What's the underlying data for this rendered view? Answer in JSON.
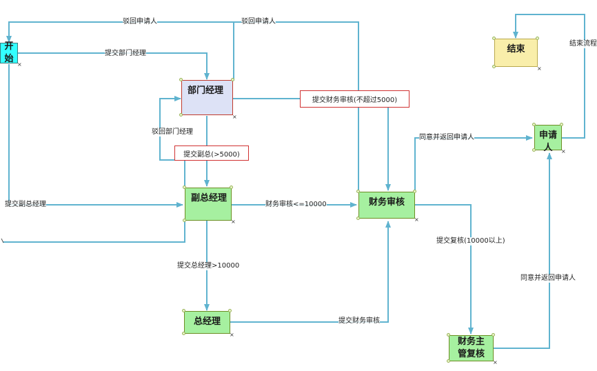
{
  "nodes": {
    "start": "开始",
    "end": "结束",
    "dept_manager": "部门经理",
    "deputy_gm": "副总经理",
    "gm": "总经理",
    "finance_review": "财务审核",
    "applicant": "申请人",
    "finance_supervisor": "财务主管复核"
  },
  "edges": {
    "reject_to_applicant_1": "驳回申请人",
    "reject_to_applicant_2": "驳回申请人",
    "submit_dept_manager": "提交部门经理",
    "submit_finance_under_5000": "提交财务审核(不超过5000)",
    "reject_dept_manager": "驳回部门经理",
    "submit_deputy_over_5000": "提交副总(>5000)",
    "submit_deputy_gm": "提交副总经理",
    "finance_under_10000": "财务审核<=10000",
    "submit_gm_over_10000": "提交总经理>10000",
    "submit_finance_review": "提交财务审核",
    "approve_return_applicant_1": "同意并返回申请人",
    "submit_recheck": "提交复核(10000以上)",
    "approve_return_applicant_2": "同意并返回申请人",
    "end_process": "结束流程"
  },
  "colors": {
    "connector": "#5fb3cf",
    "start_fill": "#33ffff",
    "end_fill": "#f9eeaa",
    "dept_fill": "#dde2f6",
    "task_fill": "#a6f0a0",
    "highlight_border": "#d03030"
  }
}
